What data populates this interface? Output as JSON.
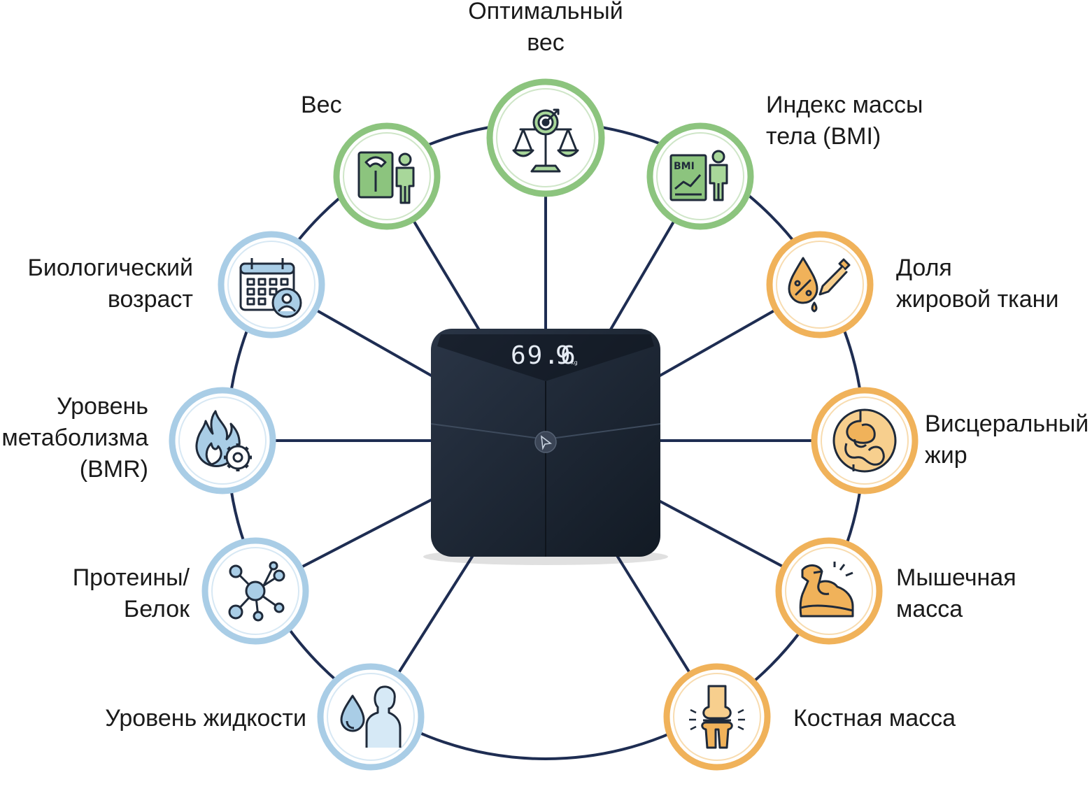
{
  "scale_display": {
    "reading": "69.6",
    "unit": "9",
    "unit_suffix": "kg"
  },
  "colors": {
    "green": "#8cc47e",
    "blue": "#a9cde6",
    "orange": "#f0b25a",
    "line": "#1e2d52",
    "device": "#1c2634"
  },
  "metrics": [
    {
      "id": "optimal-weight",
      "lines": [
        "Оптимальный",
        "вес"
      ],
      "group": "green",
      "icon": "balance-target-icon"
    },
    {
      "id": "weight",
      "lines": [
        "Вес"
      ],
      "group": "green",
      "icon": "scale-person-icon"
    },
    {
      "id": "bmi",
      "lines": [
        "Индекс массы",
        "тела (BMI)"
      ],
      "group": "green",
      "icon": "bmi-chart-icon",
      "icon_text": "BMI"
    },
    {
      "id": "bio-age",
      "lines": [
        "Биологический",
        "возраст"
      ],
      "group": "blue",
      "icon": "calendar-person-icon"
    },
    {
      "id": "body-fat",
      "lines": [
        "Доля",
        "жировой ткани"
      ],
      "group": "orange",
      "icon": "fat-drop-dropper-icon"
    },
    {
      "id": "bmr",
      "lines": [
        "Уровень",
        "метаболизма",
        "(BMR)"
      ],
      "group": "blue",
      "icon": "flame-gear-icon"
    },
    {
      "id": "visceral-fat",
      "lines": [
        "Висцеральный",
        "жир"
      ],
      "group": "orange",
      "icon": "intestines-icon"
    },
    {
      "id": "protein",
      "lines": [
        "Протеины/",
        "Белок"
      ],
      "group": "blue",
      "icon": "molecule-icon"
    },
    {
      "id": "muscle",
      "lines": [
        "Мышечная",
        "масса"
      ],
      "group": "orange",
      "icon": "flexed-arm-icon"
    },
    {
      "id": "water",
      "lines": [
        "Уровень жидкости"
      ],
      "group": "blue",
      "icon": "water-drop-body-icon"
    },
    {
      "id": "bone",
      "lines": [
        "Костная масса"
      ],
      "group": "orange",
      "icon": "knee-joint-icon"
    }
  ]
}
